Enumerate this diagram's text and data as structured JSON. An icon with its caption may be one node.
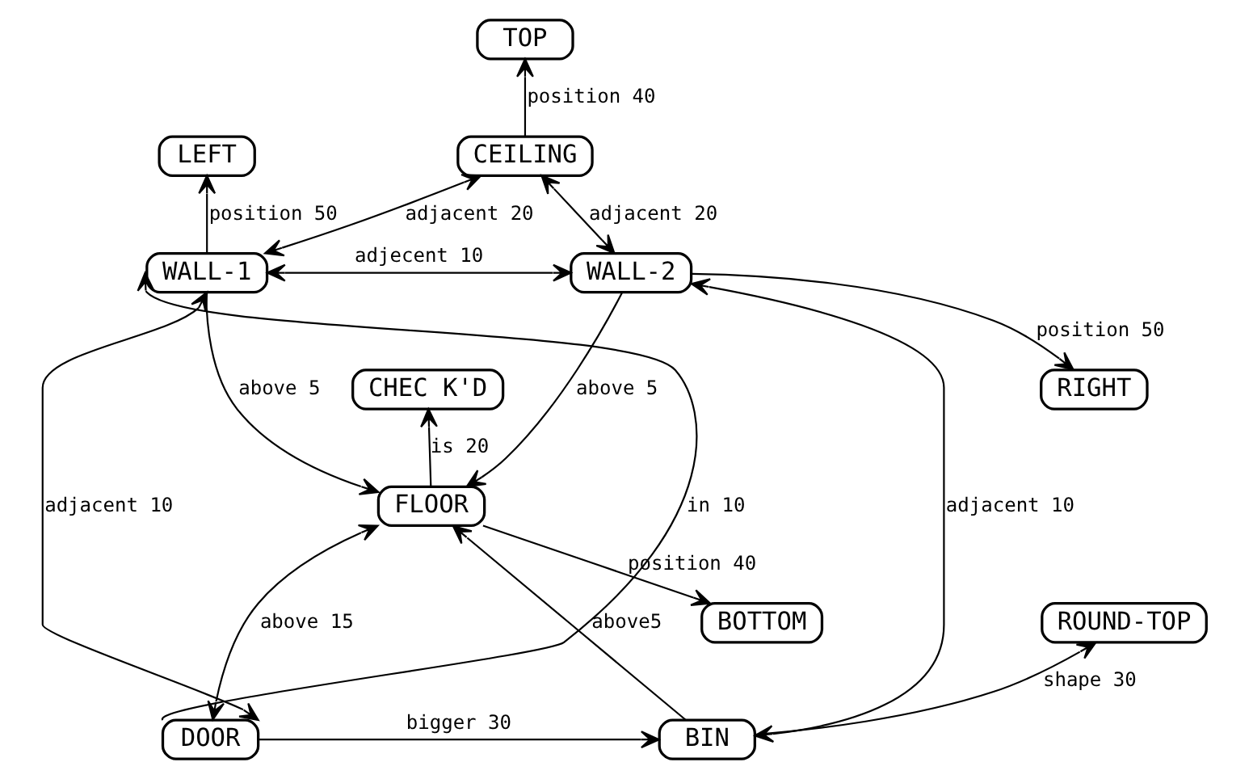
{
  "diagram": {
    "nodes": [
      {
        "text": [
          "TOP"
        ]
      },
      {
        "text": [
          "LEFT"
        ]
      },
      {
        "text": [
          "CEILING"
        ]
      },
      {
        "text": [
          "WALL-1"
        ]
      },
      {
        "text": [
          "WALL-2"
        ]
      },
      {
        "text": [
          "CHEC K'D"
        ]
      },
      {
        "text": [
          "RIGHT"
        ]
      },
      {
        "text": [
          "FLOOR"
        ]
      },
      {
        "text": [
          "ROUND-TOP"
        ]
      },
      {
        "text": [
          "BOTTOM"
        ]
      },
      {
        "text": [
          "DOOR"
        ]
      },
      {
        "text": [
          "BIN"
        ]
      }
    ],
    "edges": [
      {
        "from": 2,
        "to": 0,
        "arrow": "to",
        "label": "position 40"
      },
      {
        "from": 3,
        "to": 1,
        "arrow": "to",
        "label": "position 50"
      },
      {
        "from": 3,
        "to": 2,
        "arrow": "both",
        "label": "adjacent 20"
      },
      {
        "from": 2,
        "to": 4,
        "arrow": "both",
        "label": "adjacent 20"
      },
      {
        "from": 3,
        "to": 4,
        "arrow": "both",
        "label": "adjecent 10"
      },
      {
        "from": 4,
        "to": 6,
        "arrow": "to",
        "label": "position 50"
      },
      {
        "from": 3,
        "to": 7,
        "arrow": "to",
        "label": "above 5"
      },
      {
        "from": 4,
        "to": 7,
        "arrow": "to",
        "label": "above 5"
      },
      {
        "from": 7,
        "to": 5,
        "arrow": "to",
        "label": "is 20"
      },
      {
        "from": 10,
        "to": 3,
        "arrow": "to",
        "label": "in 10"
      },
      {
        "from": 3,
        "to": 10,
        "arrow": "both",
        "label": "adjacent 10"
      },
      {
        "from": 10,
        "to": 7,
        "arrow": "both",
        "label": "above 15"
      },
      {
        "from": 7,
        "to": 9,
        "arrow": "to",
        "label": "position 40"
      },
      {
        "from": 4,
        "to": 11,
        "arrow": "both",
        "label": "adjacent 10"
      },
      {
        "from": 11,
        "to": 7,
        "arrow": "to",
        "label": "above5"
      },
      {
        "from": 11,
        "to": 8,
        "arrow": "to",
        "label": "shape 30"
      },
      {
        "from": 10,
        "to": 11,
        "arrow": "to",
        "label": "bigger 30"
      }
    ]
  }
}
